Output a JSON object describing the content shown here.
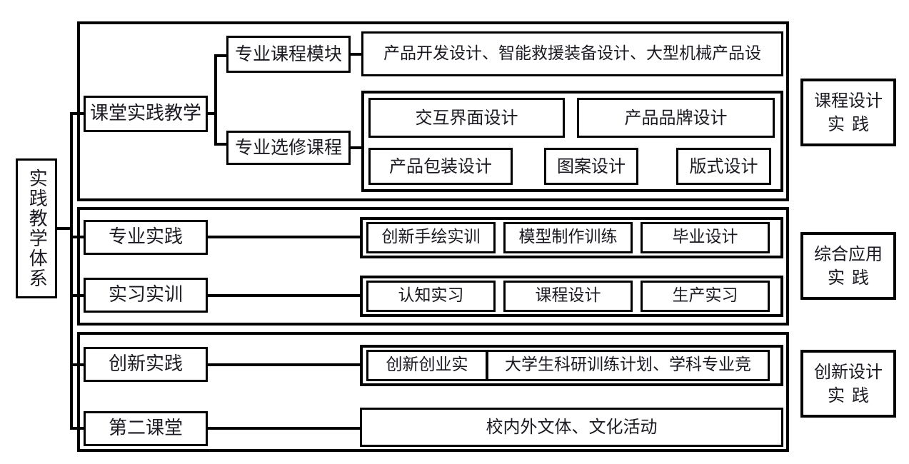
{
  "diagram": {
    "title": "实践教学体系",
    "root": {
      "label": "实践教学体系"
    },
    "sections": [
      {
        "id": "classroom",
        "category": {
          "line1": "课程设计",
          "line2": "实践"
        },
        "branches": [
          {
            "label": "课堂实践教学",
            "children": [
              {
                "label": "专业课程模块",
                "items": [
                  {
                    "label": "产品开发设计、智能救援装备设计、大型机械产品设"
                  }
                ]
              },
              {
                "label": "专业选修课程",
                "items": [
                  {
                    "label": "交互界面设计"
                  },
                  {
                    "label": "产品品牌设计"
                  },
                  {
                    "label": "产品包装设计"
                  },
                  {
                    "label": "图案设计"
                  },
                  {
                    "label": "版式设计"
                  }
                ]
              }
            ]
          }
        ]
      },
      {
        "id": "comprehensive",
        "category": {
          "line1": "综合应用",
          "line2": "实践"
        },
        "branches": [
          {
            "label": "专业实践",
            "items": [
              {
                "label": "创新手绘实训"
              },
              {
                "label": "模型制作训练"
              },
              {
                "label": "毕业设计"
              }
            ]
          },
          {
            "label": "实习实训",
            "items": [
              {
                "label": "认知实习"
              },
              {
                "label": "课程设计"
              },
              {
                "label": "生产实习"
              }
            ]
          }
        ]
      },
      {
        "id": "innovation",
        "category": {
          "line1": "创新设计",
          "line2": "实践"
        },
        "branches": [
          {
            "label": "创新实践",
            "items": [
              {
                "label": "创新创业实"
              },
              {
                "label": "大学生科研训练计划、学科专业竞"
              }
            ]
          },
          {
            "label": "第二课堂",
            "items": [
              {
                "label": "校内外文体、文化活动"
              }
            ]
          }
        ]
      }
    ],
    "colors": {
      "stroke": "#000000",
      "background": "#ffffff",
      "text": "#1a1a22"
    }
  }
}
